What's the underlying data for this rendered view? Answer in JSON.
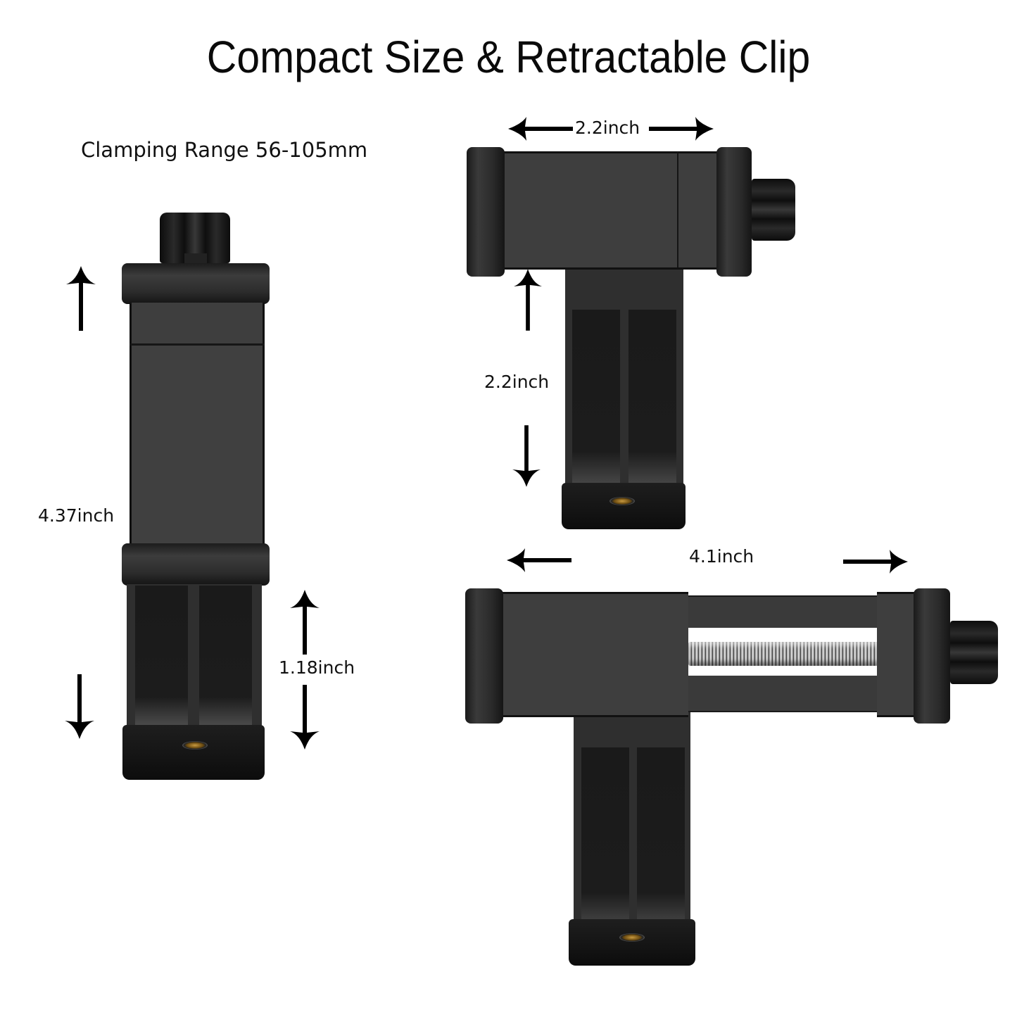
{
  "title": "Compact Size & Retractable Clip",
  "clamping_range": "Clamping Range 56-105mm",
  "views": {
    "vertical_closed": {
      "height_label": "4.37inch",
      "extension_label": "1.18inch",
      "arrows": [
        "arrow-up",
        "arrow-down",
        "arrow-up",
        "arrow-down"
      ]
    },
    "horizontal_closed": {
      "width_label": "2.2inch",
      "height_label": "2.2inch",
      "arrows": [
        "arrow-left",
        "arrow-right",
        "arrow-up",
        "arrow-down"
      ]
    },
    "horizontal_extended": {
      "width_label": "4.1inch",
      "arrows": [
        "arrow-left",
        "arrow-right"
      ]
    }
  },
  "colors": {
    "background": "#ffffff",
    "text": "#111111",
    "product_body": "#3e3e3e",
    "product_dark": "#1a1a1a",
    "mount_hole": "#c89a40"
  }
}
